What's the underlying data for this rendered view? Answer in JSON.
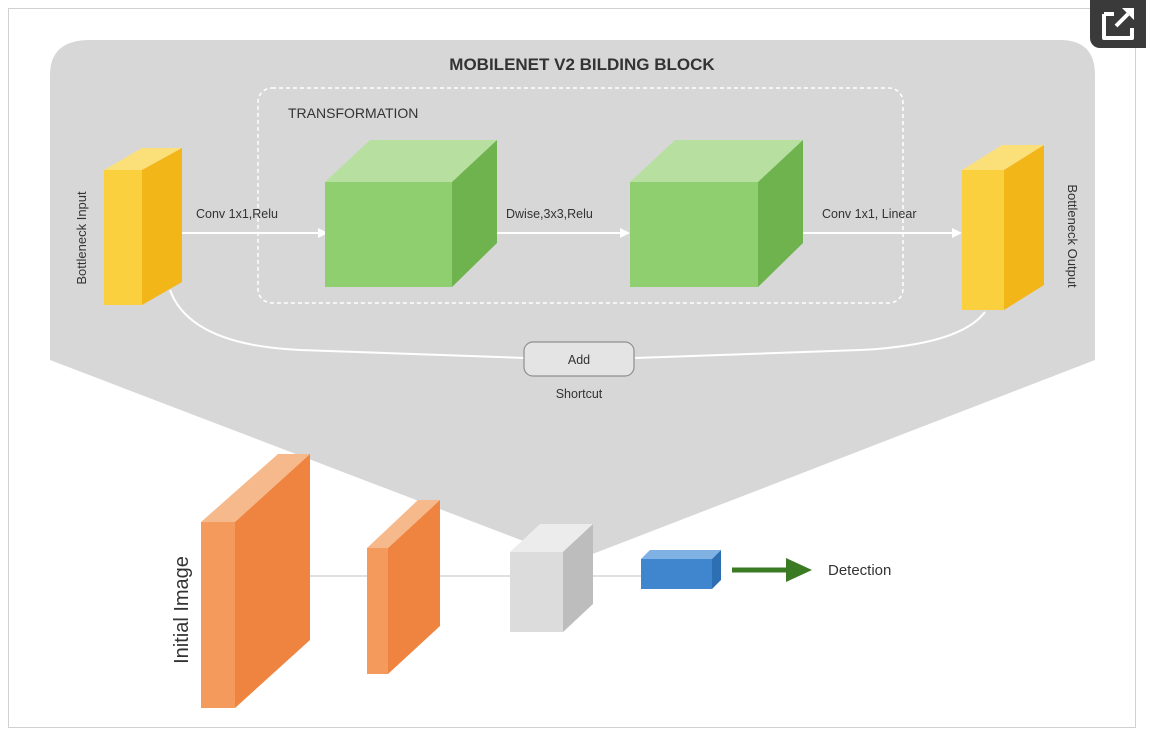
{
  "diagram": {
    "title": "MOBILENET V2 BILDING BLOCK",
    "transformation_label": "TRANSFORMATION",
    "bottleneck_input_label": "Bottleneck Input",
    "bottleneck_output_label": "Bottleneck Output",
    "conv1_label": "Conv 1x1,Relu",
    "dwise_label": "Dwise,3x3,Relu",
    "conv2_label": "Conv 1x1, Linear",
    "add_label": "Add",
    "shortcut_label": "Shortcut",
    "initial_image_label": "Initial Image",
    "detection_label": "Detection"
  },
  "icons": {
    "share": "share-external-icon"
  },
  "colors": {
    "panel": "#d6d6d6",
    "yellow": "#f9c62c",
    "green": "#8dcd6e",
    "orange": "#ef8d4f",
    "blue": "#3f86cf",
    "arrow": "#3a7a22"
  }
}
